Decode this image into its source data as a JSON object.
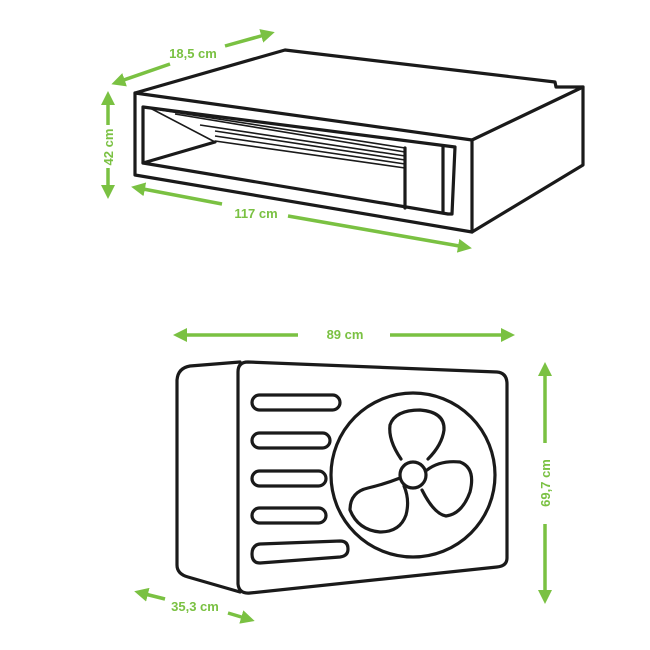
{
  "colors": {
    "dimension": "#7ac142",
    "outline": "#1a1a1a"
  },
  "indoor_unit": {
    "depth_label": "18,5 cm",
    "height_label": "42 cm",
    "width_label": "117 cm"
  },
  "outdoor_unit": {
    "width_label": "89 cm",
    "height_label": "69,7 cm",
    "depth_label": "35,3 cm"
  }
}
